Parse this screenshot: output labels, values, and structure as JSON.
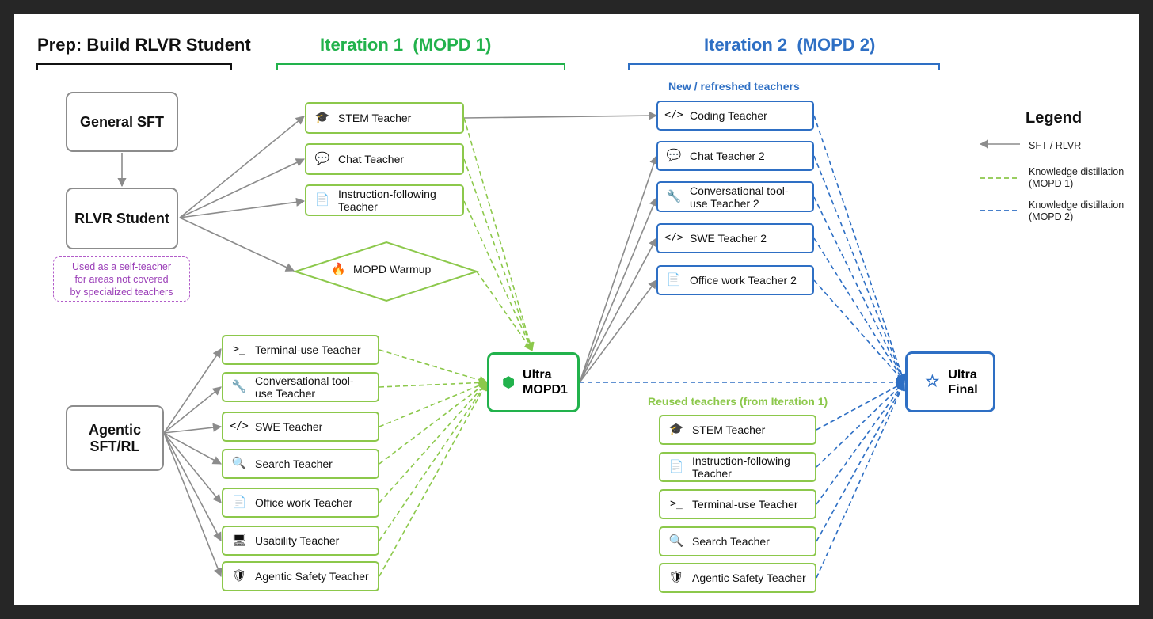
{
  "headers": {
    "prep": "Prep: Build RLVR Student",
    "iter1": "Iteration 1  (MOPD 1)",
    "iter2": "Iteration 2  (MOPD 2)"
  },
  "subheaders": {
    "new_teachers": "New / refreshed teachers",
    "reused_teachers": "Reused teachers (from Iteration 1)"
  },
  "nodes": {
    "general_sft": "General SFT",
    "rlvr_student": "RLVR Student",
    "agentic_line1": "Agentic",
    "agentic_line2": "SFT/RL",
    "self_teacher_note": [
      "Used as a self-teacher",
      "for areas not covered",
      "by specialized teachers"
    ],
    "mopd_warmup": "MOPD Warmup",
    "ultra_mopd1_line1": "Ultra",
    "ultra_mopd1_line2": "MOPD1",
    "ultra_final_line1": "Ultra",
    "ultra_final_line2": "Final"
  },
  "iter1_top_teachers": [
    {
      "icon": "graduation-cap",
      "label": "STEM Teacher"
    },
    {
      "icon": "speech-bubble",
      "label": "Chat Teacher"
    },
    {
      "icon": "document",
      "label": "Instruction-following Teacher"
    }
  ],
  "iter1_agentic_teachers": [
    {
      "icon": "terminal",
      "label": "Terminal-use Teacher"
    },
    {
      "icon": "wrench",
      "label": "Conversational tool-use Teacher"
    },
    {
      "icon": "code",
      "label": "SWE Teacher"
    },
    {
      "icon": "magnifier",
      "label": "Search Teacher"
    },
    {
      "icon": "document",
      "label": "Office work Teacher"
    },
    {
      "icon": "monitor",
      "label": "Usability Teacher"
    },
    {
      "icon": "shield",
      "label": "Agentic Safety Teacher"
    }
  ],
  "iter2_new_teachers": [
    {
      "icon": "code",
      "label": "Coding Teacher"
    },
    {
      "icon": "speech-bubble",
      "label": "Chat Teacher 2"
    },
    {
      "icon": "wrench",
      "label": "Conversational tool-use Teacher 2"
    },
    {
      "icon": "code",
      "label": "SWE Teacher 2"
    },
    {
      "icon": "document",
      "label": "Office work Teacher 2"
    }
  ],
  "iter2_reused_teachers": [
    {
      "icon": "graduation-cap",
      "label": "STEM Teacher"
    },
    {
      "icon": "document",
      "label": "Instruction-following Teacher"
    },
    {
      "icon": "terminal",
      "label": "Terminal-use Teacher"
    },
    {
      "icon": "magnifier",
      "label": "Search Teacher"
    },
    {
      "icon": "shield",
      "label": "Agentic Safety Teacher"
    }
  ],
  "legend": {
    "title": "Legend",
    "items": [
      {
        "style": "solid-gray-arrow",
        "label": "SFT / RLVR"
      },
      {
        "style": "dashed-green",
        "label": "Knowledge distillation (MOPD 1)"
      },
      {
        "style": "dashed-blue",
        "label": "Knowledge distillation (MOPD 2)"
      }
    ]
  },
  "colors": {
    "prep": "#111111",
    "iter1": "#22b24c",
    "iter2": "#2e6fc4",
    "green_border": "#8cc84b",
    "blue_border": "#2e6fc4",
    "gray": "#8c8c8c",
    "note": "#9b3fb8"
  }
}
